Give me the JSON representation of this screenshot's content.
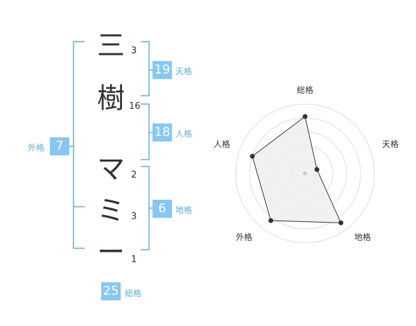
{
  "name": {
    "chars": [
      {
        "char": "三",
        "strokes": "3"
      },
      {
        "char": "樹",
        "strokes": "16"
      },
      {
        "char": "マ",
        "strokes": "2"
      },
      {
        "char": "ミ",
        "strokes": "3"
      },
      {
        "char": "ー",
        "strokes": "1"
      }
    ]
  },
  "fortune": {
    "tenkaku": {
      "label": "天格",
      "value": "19"
    },
    "jinkaku": {
      "label": "人格",
      "value": "18"
    },
    "chikaku": {
      "label": "地格",
      "value": "6"
    },
    "gaikaku": {
      "label": "外格",
      "value": "7"
    },
    "soukaku": {
      "label": "総格",
      "value": "25"
    }
  },
  "colors": {
    "accent": "#86c8f3",
    "bracket": "#5fb0e6",
    "text": "#333333",
    "radar_fill": "#eeeeee",
    "radar_ring": "#dddddd"
  },
  "chart_data": {
    "type": "radar",
    "axes": [
      "総格",
      "天格",
      "地格",
      "外格",
      "人格"
    ],
    "values": [
      0.82,
      0.18,
      0.88,
      0.84,
      0.8
    ],
    "range": [
      0,
      1
    ],
    "rings": 5
  }
}
